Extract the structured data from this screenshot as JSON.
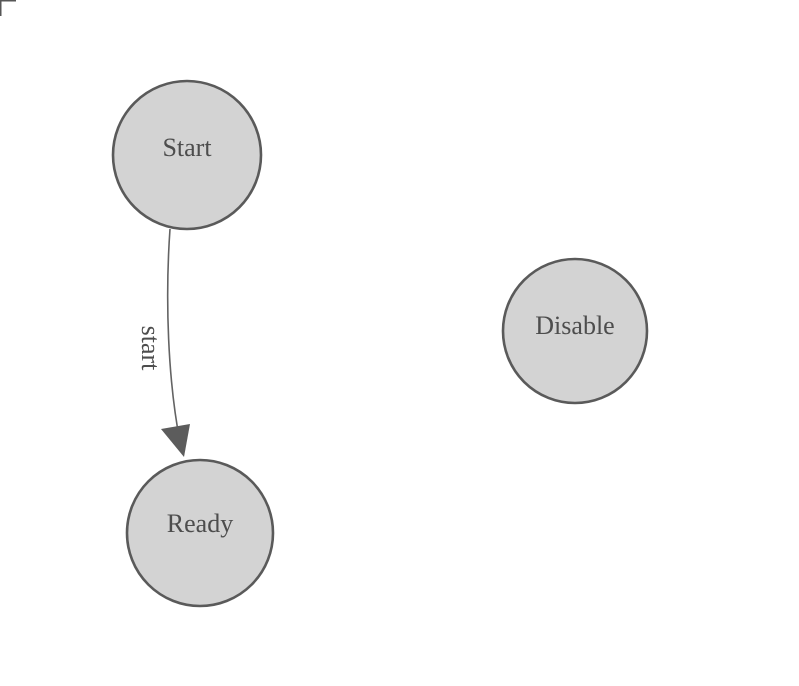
{
  "diagram": {
    "type": "state-machine",
    "colors": {
      "node_fill": "#d3d3d3",
      "node_stroke": "#5a5a5a",
      "text_color": "#4d4d4d",
      "edge_color": "#636363",
      "arrow_color": "#5c5c5c",
      "background": "#ffffff"
    },
    "nodes": [
      {
        "id": "start",
        "label": "Start"
      },
      {
        "id": "ready",
        "label": "Ready"
      },
      {
        "id": "disable",
        "label": "Disable"
      }
    ],
    "edges": [
      {
        "from": "Start",
        "to": "Ready",
        "label": "start"
      }
    ]
  }
}
